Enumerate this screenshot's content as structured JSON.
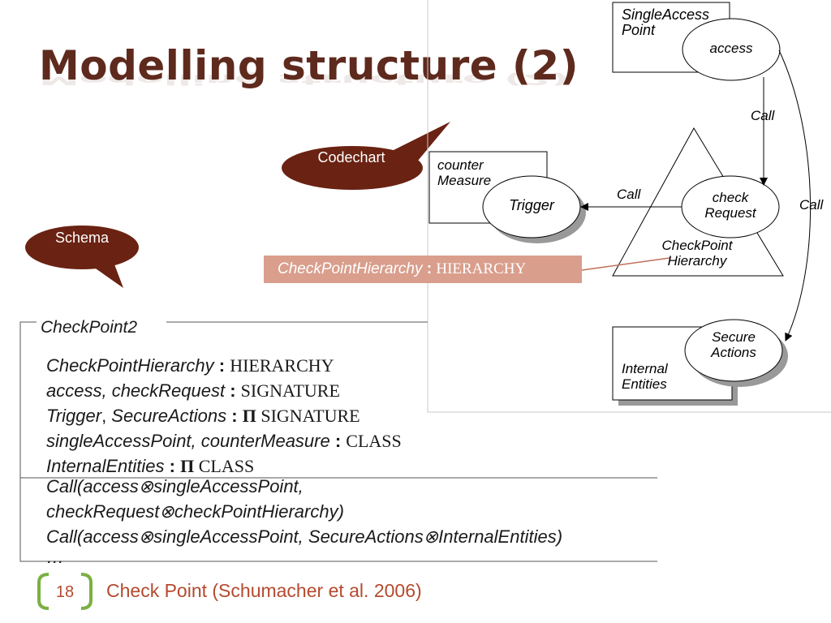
{
  "slide": {
    "title": "Modelling structure (2)",
    "page_number": "18",
    "footer": "Check Point (Schumacher et al. 2006)"
  },
  "callouts": {
    "codechart": "Codechart",
    "schema": "Schema"
  },
  "tooltip": {
    "name": "CheckPointHierarchy",
    "sep": " : ",
    "type": "HIERARCHY"
  },
  "diagram": {
    "single_access_point": [
      "SingleAccess",
      "Point"
    ],
    "access": "access",
    "counter_measure": [
      "counter",
      "Measure"
    ],
    "trigger": "Trigger",
    "check_request": [
      "check",
      "Request"
    ],
    "checkpoint_hierarchy": [
      "CheckPoint",
      "Hierarchy"
    ],
    "secure_actions": [
      "Secure",
      "Actions"
    ],
    "internal_entities": [
      "Internal",
      "Entities"
    ],
    "call_label": "Call"
  },
  "schema": {
    "name": "CheckPoint2",
    "declarations": [
      {
        "ids": "CheckPointHierarchy",
        "pi": "",
        "type": "HIERARCHY"
      },
      {
        "ids": "access, checkRequest",
        "pi": "",
        "type": "SIGNATURE"
      },
      {
        "ids_parts": [
          "Trigger",
          ", ",
          "SecureActions"
        ],
        "pi": "Π ",
        "type": "SIGNATURE"
      },
      {
        "ids": "singleAccessPoint, counterMeasure",
        "pi": "",
        "type": "CLASS"
      },
      {
        "ids": "InternalEntities",
        "pi": "Π ",
        "type": "CLASS"
      }
    ],
    "formulas": [
      "Call(access⊗singleAccessPoint,",
      "checkRequest⊗checkPointHierarchy)",
      "Call(access⊗singleAccessPoint, SecureActions⊗InternalEntities)",
      "…"
    ]
  },
  "colors": {
    "title": "#5e2a1d",
    "bubble": "#6a2212",
    "tooltip": "#d99e8c",
    "footer": "#b44a2e",
    "bracket": "#7bb043"
  }
}
